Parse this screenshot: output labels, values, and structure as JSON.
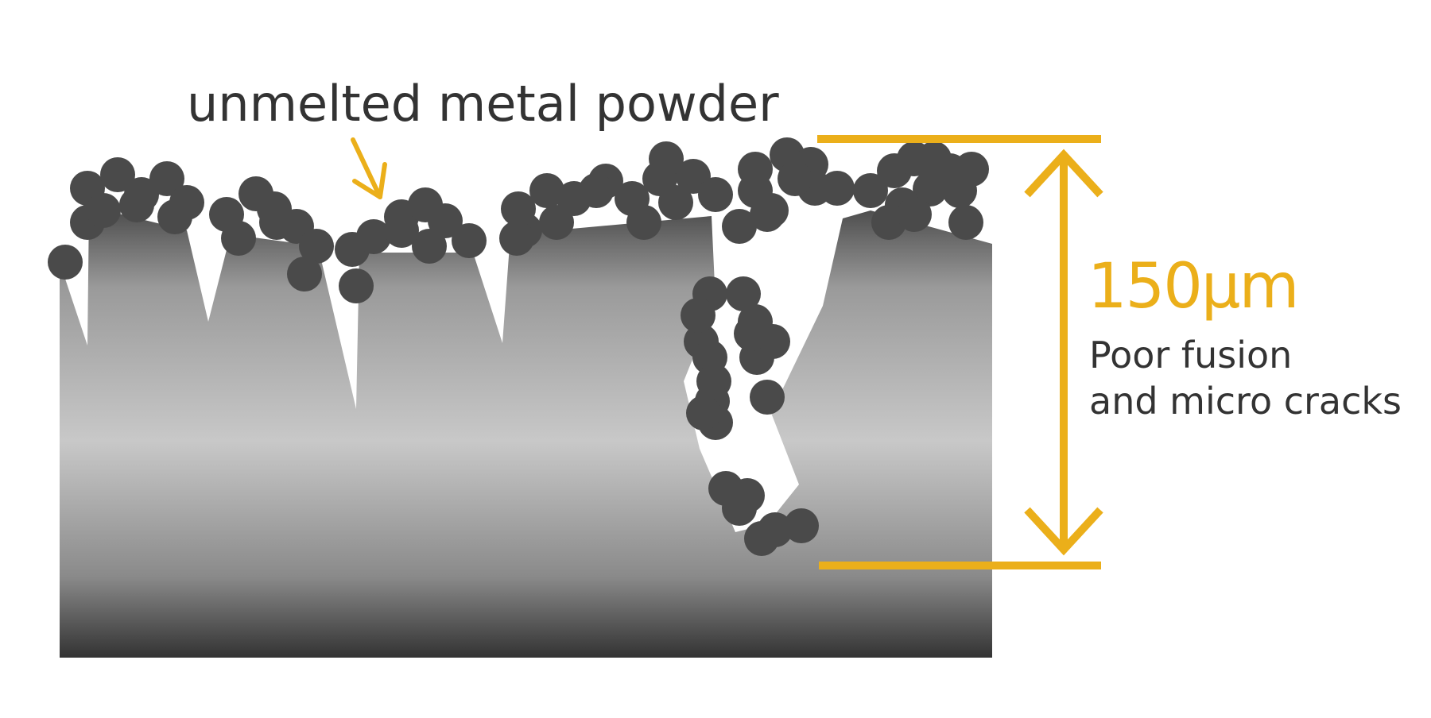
{
  "annotations": {
    "powder_label": "unmelted metal powder",
    "dimension_value": "150μm",
    "defect_line1": "Poor fusion",
    "defect_line2": "and micro cracks"
  },
  "colors": {
    "accent": "#EBAF1A",
    "text": "#333333",
    "particle": "#4A4A4A",
    "body_light": "#C8C8C8",
    "body_mid": "#9A9A9A",
    "body_dark": "#333333"
  }
}
